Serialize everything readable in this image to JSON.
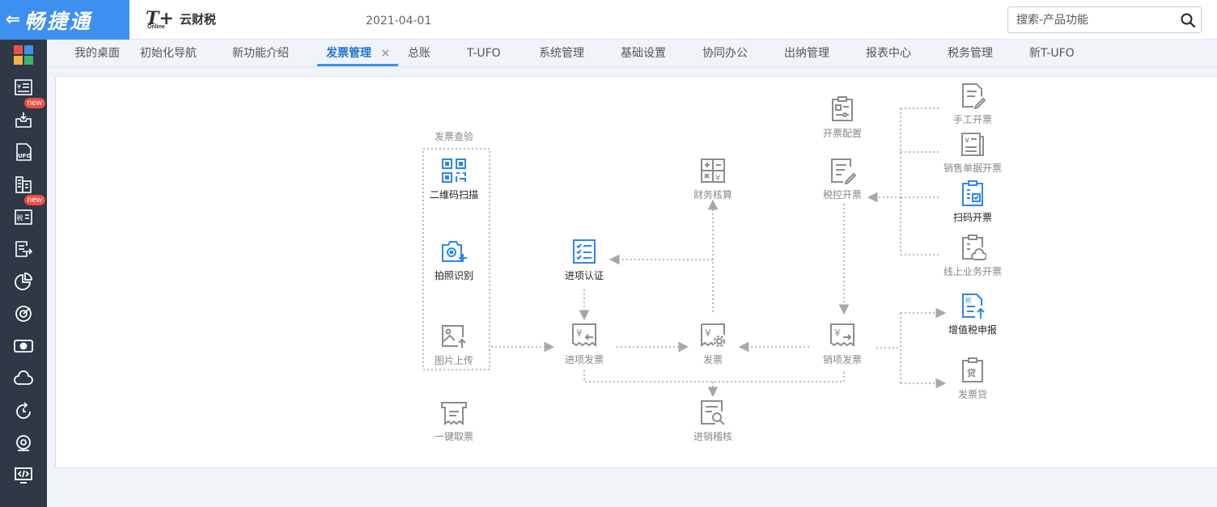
{
  "header": {
    "brand": "畅捷通",
    "back_icon": "arrow-left-icon",
    "product_logo": "T+",
    "product_logo_sub": "Online",
    "product_name": "云财税",
    "date": "2021-04-01",
    "search_placeholder": "搜索-产品功能",
    "accent": "#3d8ff0"
  },
  "sidebar": {
    "bg": "#2e3847",
    "items": [
      {
        "icon": "apps-grid-icon"
      },
      {
        "icon": "voucher-icon"
      },
      {
        "icon": "inbox-icon",
        "badge": "new"
      },
      {
        "icon": "ufo-icon"
      },
      {
        "icon": "building-icon"
      },
      {
        "icon": "tax-icon",
        "badge": "new"
      },
      {
        "icon": "export-icon"
      },
      {
        "icon": "pie-chart-icon"
      },
      {
        "icon": "radar-icon"
      },
      {
        "icon": "cash-icon"
      },
      {
        "icon": "cloud-icon"
      },
      {
        "icon": "refresh-icon"
      },
      {
        "icon": "settings-icon"
      },
      {
        "icon": "monitor-code-icon"
      }
    ]
  },
  "tabs": [
    {
      "label": "我的桌面"
    },
    {
      "label": "初始化导航"
    },
    {
      "label": "新功能介绍"
    },
    {
      "label": "发票管理",
      "active": true
    },
    {
      "label": "总账"
    },
    {
      "label": "T-UFO"
    },
    {
      "label": "系统管理"
    },
    {
      "label": "基础设置"
    },
    {
      "label": "协同办公"
    },
    {
      "label": "出纳管理"
    },
    {
      "label": "报表中心"
    },
    {
      "label": "税务管理"
    },
    {
      "label": "新T-UFO"
    }
  ],
  "tab_close": "✕",
  "flow": {
    "group_title": "发票查验",
    "nodes": {
      "qr_scan": "二维码扫描",
      "photo": "拍照识别",
      "image_upload": "图片上传",
      "one_click": "一键取票",
      "input_cert": "进项认证",
      "input_invoice": "进项发票",
      "finance": "财务核算",
      "invoice": "发票",
      "check": "进销稽核",
      "billing_config": "开票配置",
      "tax_billing": "税控开票",
      "output_invoice": "销项发票",
      "manual": "手工开票",
      "sales_doc": "销售单据开票",
      "scan_billing": "扫码开票",
      "online_billing": "线上业务开票",
      "vat_declare": "增值税申报",
      "invoice_loan": "发票贷"
    },
    "icon_blue": "#2d86e6",
    "icon_gray": "#8c8c8c"
  }
}
